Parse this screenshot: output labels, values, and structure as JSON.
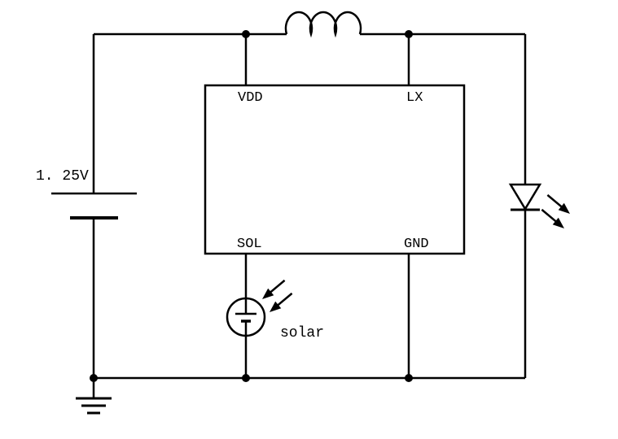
{
  "diagram": {
    "type": "circuit-schematic",
    "colors": {
      "line": "#000000",
      "background": "#ffffff"
    },
    "ic": {
      "pin_vdd": "VDD",
      "pin_lx": "LX",
      "pin_sol": "SOL",
      "pin_gnd": "GND"
    },
    "battery": {
      "label": "1. 25V"
    },
    "solar_cell": {
      "label": "solar"
    },
    "symbols": {
      "battery": "battery-cell-symbol",
      "inductor": "inductor-coil-symbol",
      "ic": "ic-block",
      "led": "led-symbol",
      "solar": "solar-cell-symbol",
      "ground": "earth-ground-symbol",
      "junction": "junction-dot",
      "light_arrows": "light-ray-arrow-icon"
    }
  }
}
